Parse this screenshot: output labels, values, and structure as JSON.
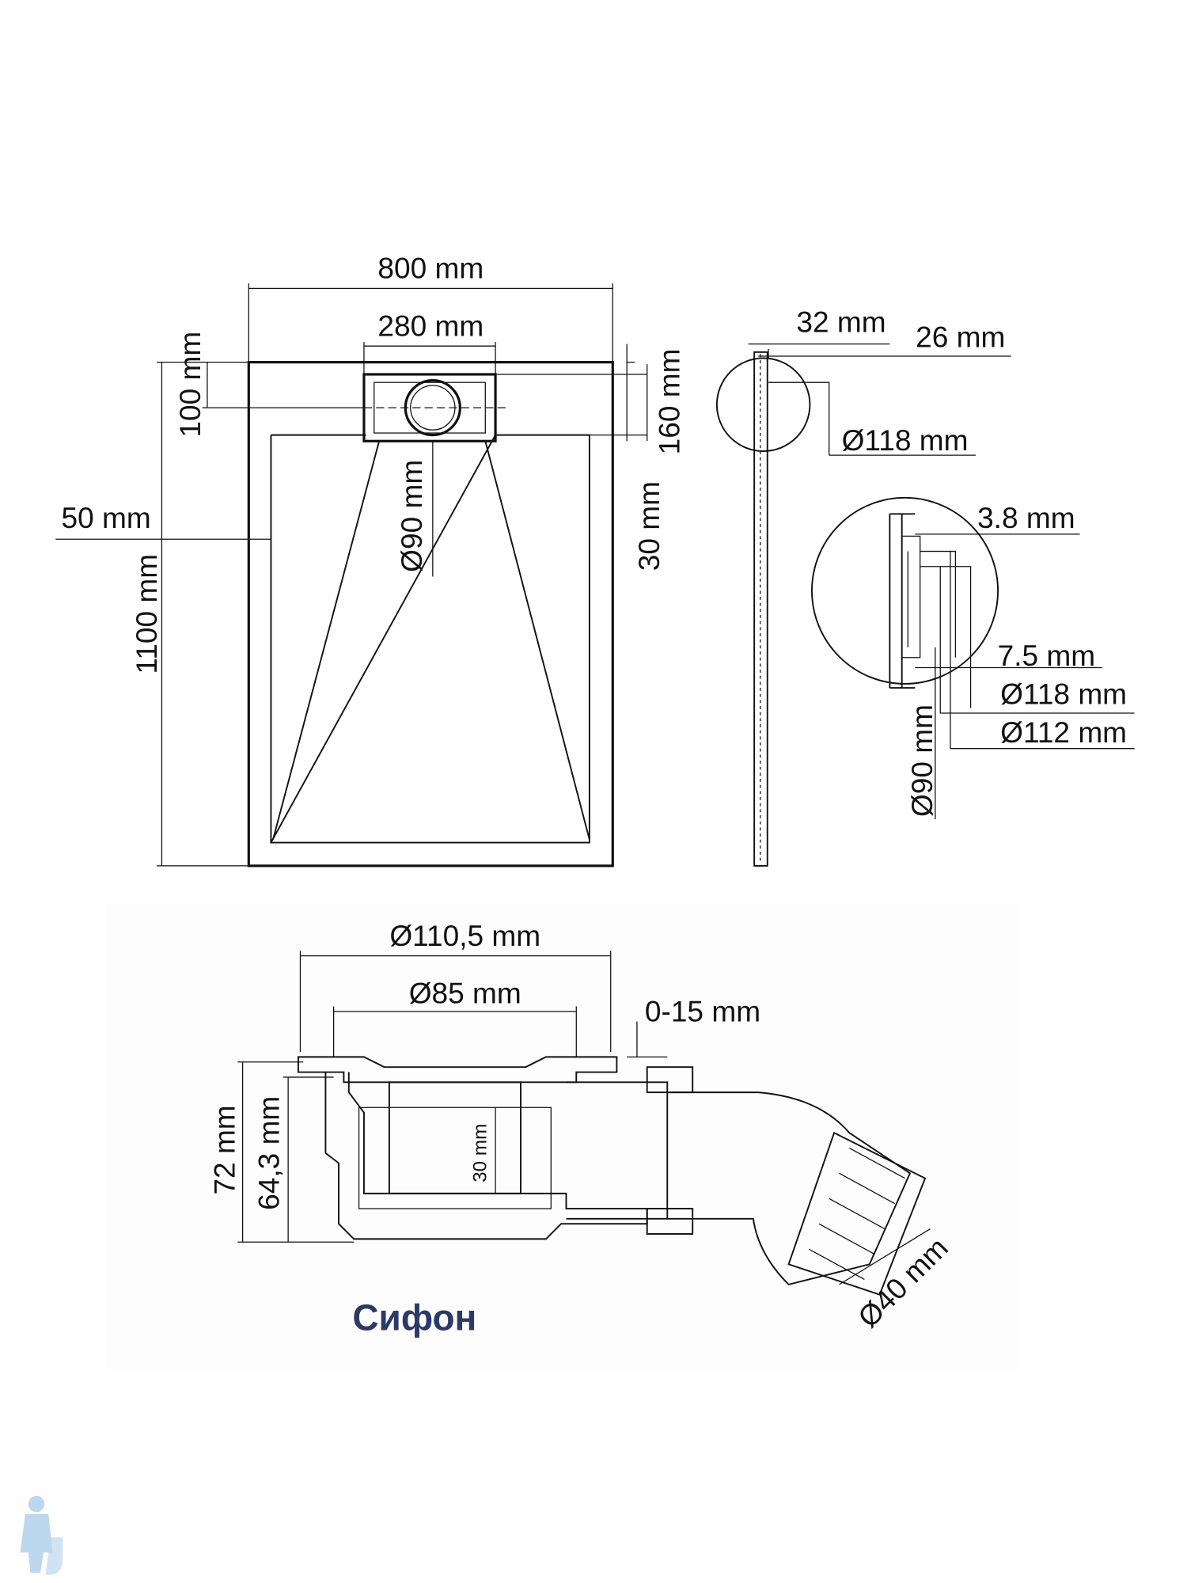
{
  "top_view": {
    "width": "800 mm",
    "drain_width": "280 mm",
    "drain_offset": "100 mm",
    "length": "1100 mm",
    "rim": "50 mm",
    "drain_hole": "Ø90 mm",
    "depth_30": "30 mm",
    "depth_160": "160 mm"
  },
  "side_view": {
    "thickness": "32 mm",
    "thickness_inner": "26 mm",
    "outer_diameter": "Ø118 mm"
  },
  "detail": {
    "wall": "3.8 mm",
    "flange": "7.5 mm",
    "d118": "Ø118 mm",
    "d112": "Ø112 mm",
    "d90": "Ø90 mm"
  },
  "siphon": {
    "title": "Сифон",
    "d110": "Ø110,5 mm",
    "d85": "Ø85 mm",
    "adjust": "0-15 mm",
    "h72": "72 mm",
    "h64": "64,3 mm",
    "water_seal": "30 mm",
    "outlet": "Ø40 mm"
  },
  "colors": {
    "title": "#2b3a67",
    "logo": "#bcd7ee"
  }
}
